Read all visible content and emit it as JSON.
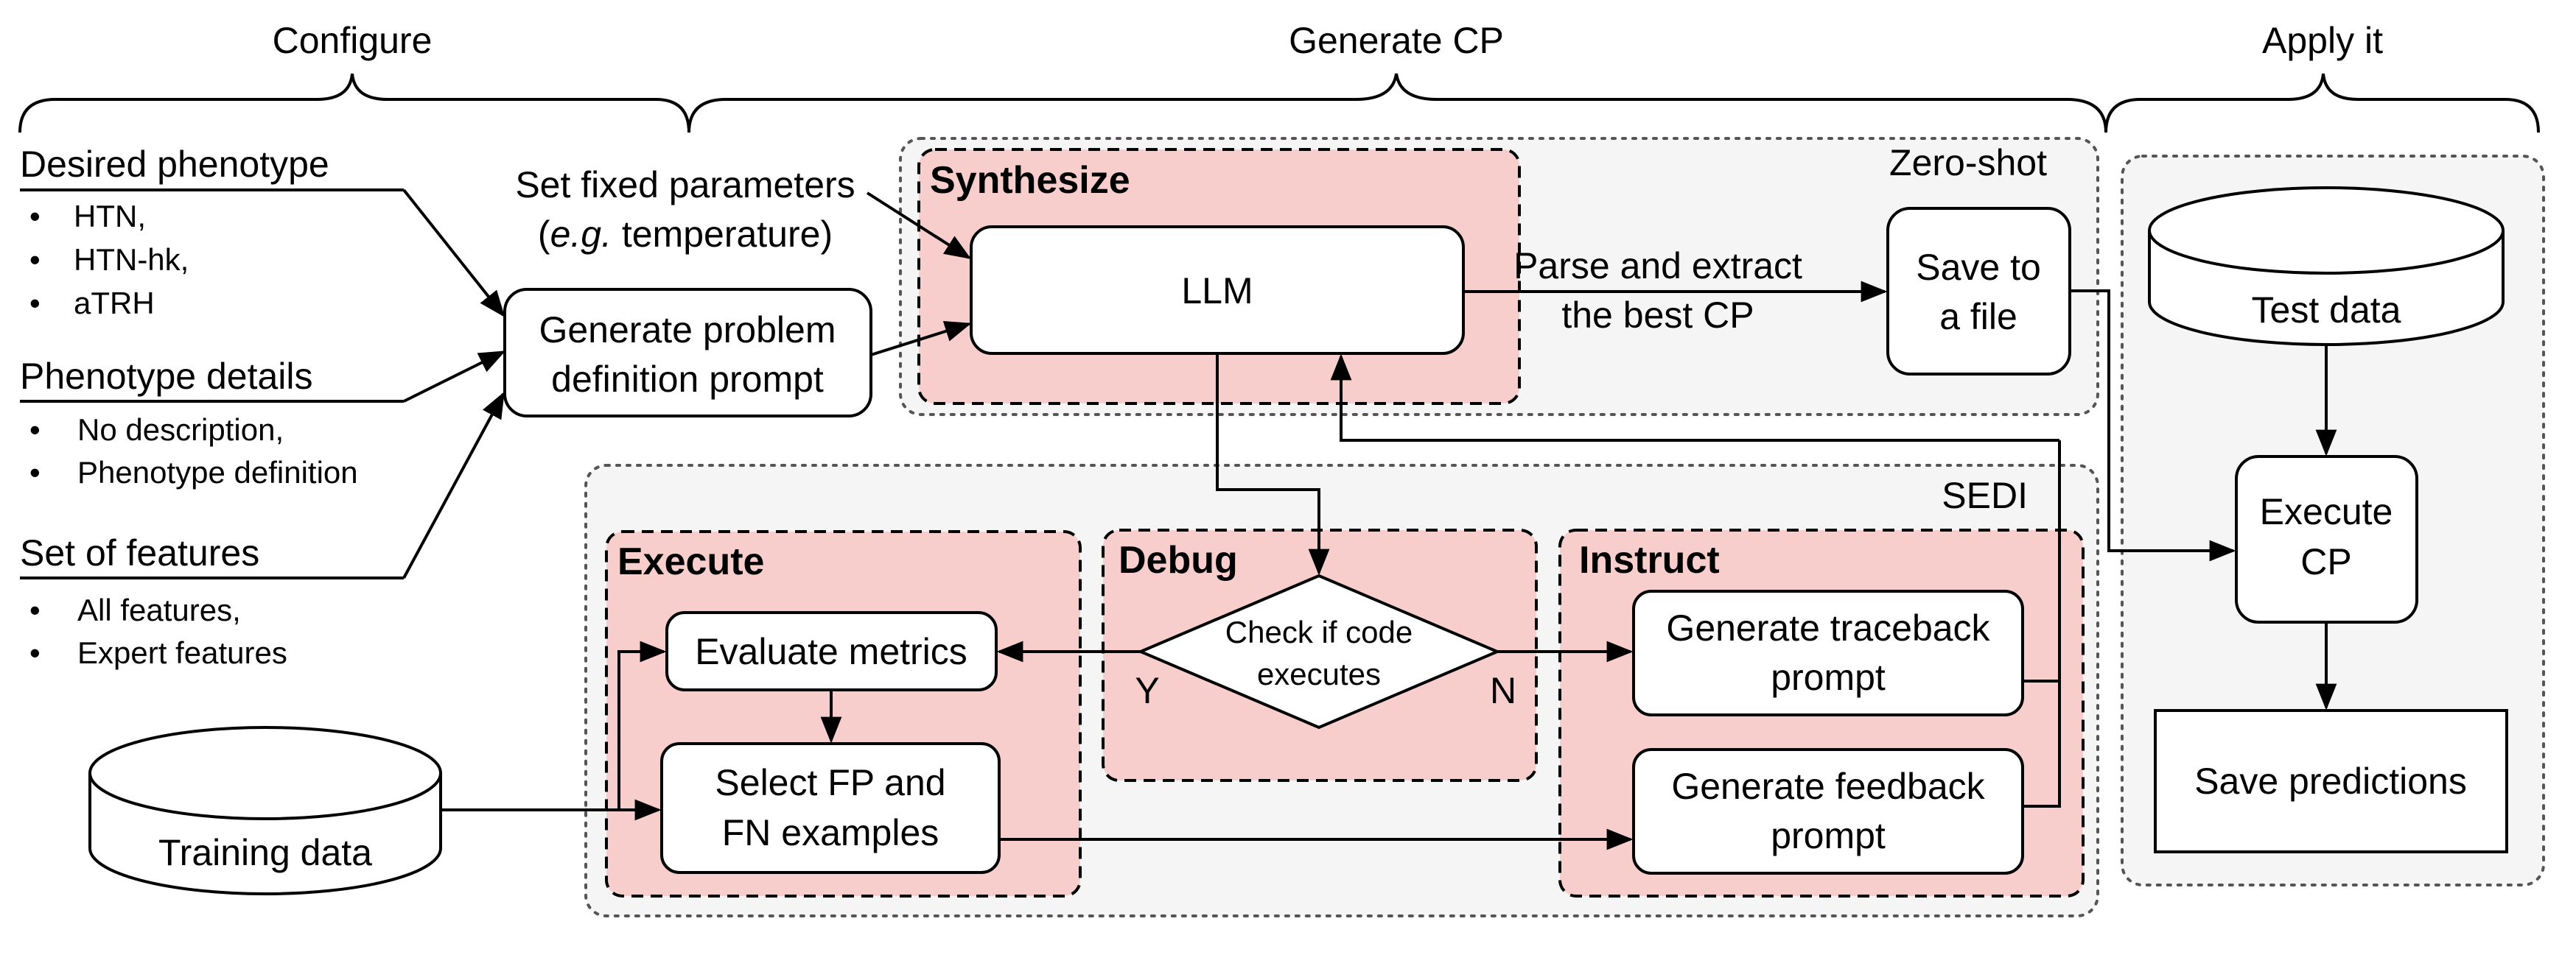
{
  "phases": {
    "configure": "Configure",
    "generate": "Generate CP",
    "apply": "Apply it"
  },
  "inputs": {
    "phenotype": {
      "title": "Desired phenotype",
      "items": [
        "HTN,",
        "HTN-hk,",
        "aTRH"
      ]
    },
    "details": {
      "title": "Phenotype details",
      "items": [
        "No description,",
        "Phenotype definition"
      ]
    },
    "features": {
      "title": "Set of features",
      "items": [
        "All features,",
        "Expert features"
      ]
    }
  },
  "nodes": {
    "problem_prompt": [
      "Generate problem",
      "definition prompt"
    ],
    "fixed_params_line1": "Set fixed parameters",
    "fixed_params_eg": "e.g.",
    "fixed_params_rest": " temperature)",
    "fixed_params_open": "(",
    "llm": "LLM",
    "parse_extract": [
      "Parse and extract",
      "the best CP"
    ],
    "save_file": [
      "Save to",
      "a file"
    ],
    "check_code": [
      "Check if code",
      "executes"
    ],
    "yes": "Y",
    "no": "N",
    "evaluate_metrics": "Evaluate metrics",
    "select_examples": [
      "Select FP and",
      "FN examples"
    ],
    "traceback_prompt": [
      "Generate traceback",
      "prompt"
    ],
    "feedback_prompt": [
      "Generate feedback",
      "prompt"
    ],
    "training_data": "Training data",
    "test_data": "Test data",
    "execute_cp": [
      "Execute",
      "CP"
    ],
    "save_predictions": "Save predictions"
  },
  "regions": {
    "zero_shot": "Zero-shot",
    "sedi": "SEDI",
    "synthesize": "Synthesize",
    "execute": "Execute",
    "debug": "Debug",
    "instruct": "Instruct"
  },
  "colors": {
    "stage_fill": "#f8cecc",
    "panel_fill": "#f5f5f5",
    "stroke": "#000000"
  }
}
